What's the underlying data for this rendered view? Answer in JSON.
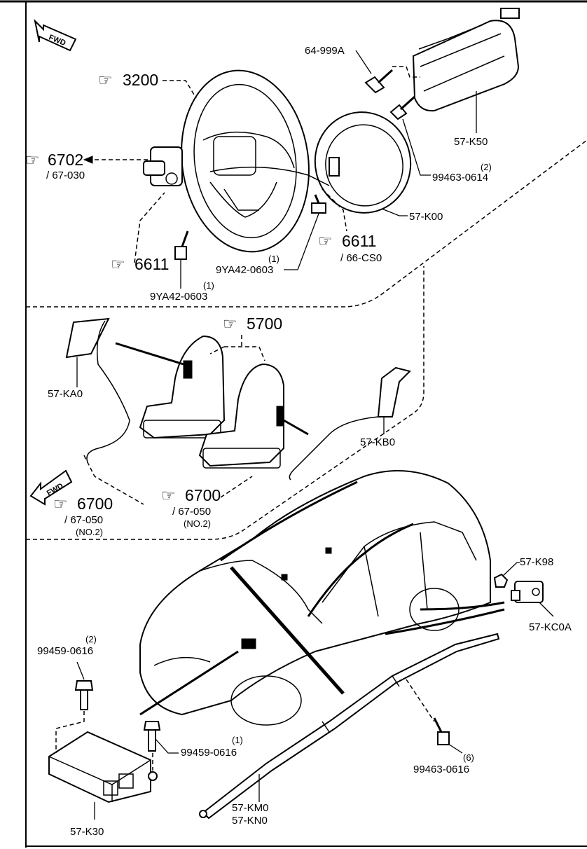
{
  "fwd_label": "FWD",
  "refs": {
    "r3200": "3200",
    "r6702": "6702",
    "r6702_sub": "/ 67-030",
    "r6611_left": "6611",
    "r6611_right": "6611",
    "r6611_right_sub": "/ 66-CS0",
    "r5700": "5700",
    "r6700_left": "6700",
    "r6700_left_sub": "/ 67-050",
    "r6700_left_note": "(NO.2)",
    "r6700_right": "6700",
    "r6700_right_sub": "/ 67-050",
    "r6700_right_note": "(NO.2)"
  },
  "parts": {
    "p64999A": "64-999A",
    "p57K50": "57-K50",
    "p99463_0614_qty": "(2)",
    "p99463_0614": "99463-0614",
    "p57K00": "57-K00",
    "p9YA42_a_qty": "(1)",
    "p9YA42_a": "9YA42-0603",
    "p9YA42_b_qty": "(1)",
    "p9YA42_b": "9YA42-0603",
    "p57KA0": "57-KA0",
    "p57KB0": "57-KB0",
    "p57K98": "57-K98",
    "p57KC0A": "57-KC0A",
    "p99459_a_qty": "(2)",
    "p99459_a": "99459-0616",
    "p99459_b_qty": "(1)",
    "p99459_b": "99459-0616",
    "p99463_0616_qty": "(6)",
    "p99463_0616": "99463-0616",
    "p57KM0": "57-KM0",
    "p57KN0": "57-KN0",
    "p57K30": "57-K30"
  }
}
